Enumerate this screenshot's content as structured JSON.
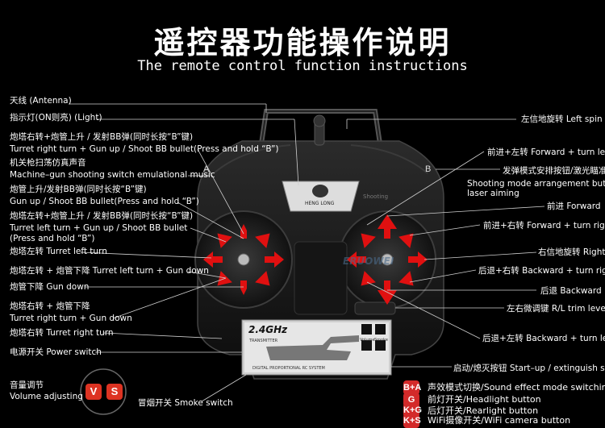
{
  "header": {
    "title": "遥控器功能操作说明",
    "subtitle": "The remote control function instructions"
  },
  "left_labels": [
    {
      "zh": "天线 (Antenna)"
    },
    {
      "zh": "指示灯(ON则亮) (Light)"
    },
    {
      "zh": "炮塔右转+炮管上升 / 发射BB弹(同时长按“B”键)",
      "en": "Turret right turn + Gun up / Shoot BB bullet(Press and hold “B”)"
    },
    {
      "zh": "机关枪扫荡仿真声音",
      "en": "Machine–gun shooting switch emulational music"
    },
    {
      "zh": "炮管上升/发射BB弹(同时长按“B”键)",
      "en": "Gun up / Shoot BB bullet(Press and hold “B”)"
    },
    {
      "zh": "炮塔左转+炮管上升 / 发射BB弹(同时长按“B”键)",
      "en": "Turret left turn + Gun up / Shoot BB bullet",
      "en2": "(Press and hold “B”)"
    },
    {
      "zh": "炮塔左转 Turret left turn"
    },
    {
      "zh": "炮塔左转 + 炮管下降 Turret left turn + Gun down"
    },
    {
      "zh": "炮管下降 Gun down"
    },
    {
      "zh": "炮塔右转 + 炮管下降",
      "en": "Turret right turn + Gun down"
    },
    {
      "zh": "炮塔右转 Turret right turn"
    },
    {
      "zh": "电源开关 Power switch"
    },
    {
      "zh": "音量调节",
      "en": "Volume adjusting"
    }
  ],
  "right_labels": [
    {
      "text": "左信地旋转 Left spin"
    },
    {
      "text": "前进+左转  Forward + turn left"
    },
    {
      "text": "发弹模式安排按钮/激光瞄准"
    },
    {
      "text": "Shooting mode arrangement button/",
      "text2": "laser aiming"
    },
    {
      "text": "前进 Forward"
    },
    {
      "text": "前进+右转 Forward + turn right"
    },
    {
      "text": "右信地旋转 Right spin"
    },
    {
      "text": "后退+右转 Backward + turn right"
    },
    {
      "text": "后退 Backward"
    },
    {
      "text": "左右微调键 R/L trim lever"
    },
    {
      "text": "后退+左转 Backward + turn left"
    },
    {
      "text": "启动/熄灭按钮 Start–up / extinguish set"
    }
  ],
  "bottom": {
    "smoke_switch": "冒烟开关 Smoke switch",
    "vol_v": "V",
    "vol_s": "S"
  },
  "combos": [
    {
      "key": "B+A",
      "text": "声效模式切换/Sound effect mode switching"
    },
    {
      "key": "G",
      "text": "前灯开关/Headlight button"
    },
    {
      "key": "K+G",
      "text": "后灯开关/Rearlight button"
    },
    {
      "key": "K+S",
      "text": "WiFi摄像开关/WiFi camera button"
    }
  ],
  "controller": {
    "letter_a": "A",
    "letter_b": "B",
    "brand": "HENG LONG",
    "freq": "2.4GHz",
    "freq_sub": "TRANSMITTER",
    "system_text": "DIGITAL PROPORTIONAL RC SYSTEM",
    "volume_label": "Volume",
    "smoke_label": "Smoke",
    "shooting_label": "Shooting",
    "watermark": "ERUOWEI"
  },
  "colors": {
    "arrow": "#e01010",
    "accent": "#ffffff",
    "combo_key": "#d32a2a"
  }
}
